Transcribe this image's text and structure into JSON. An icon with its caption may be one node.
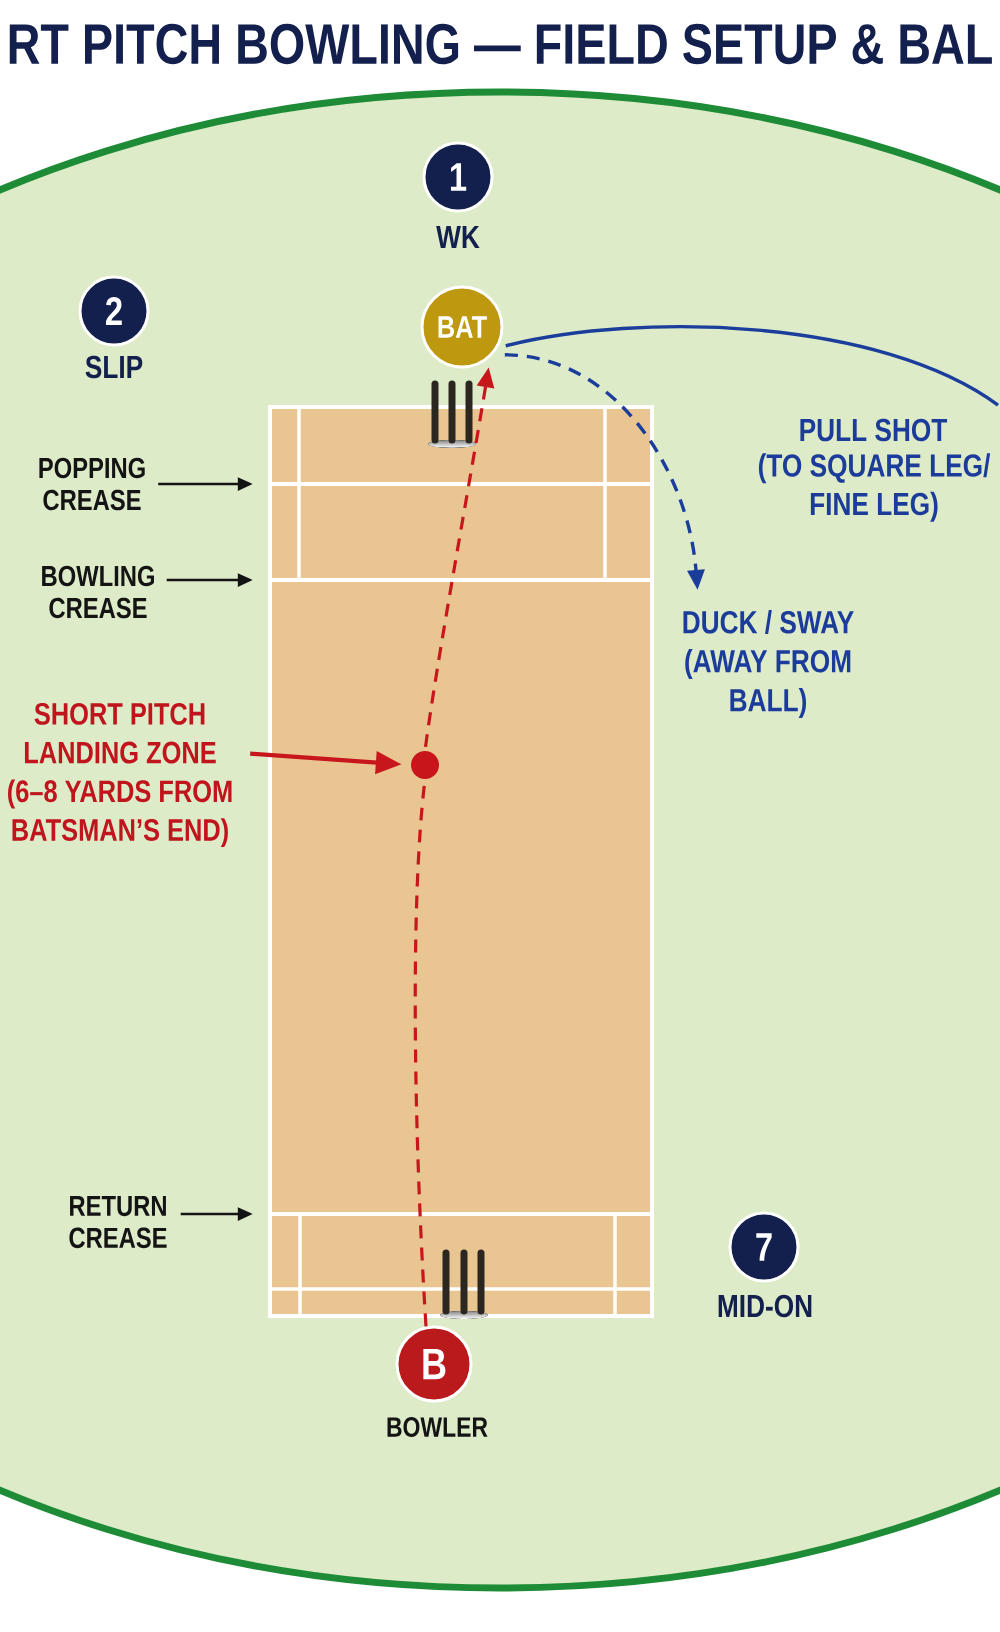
{
  "diagram": {
    "title": "RT PITCH BOWLING — FIELD SETUP & BAL",
    "nodes": [
      {
        "text": [
          "1"
        ],
        "beside": [
          "WK"
        ]
      },
      {
        "text": [
          "2"
        ],
        "beside": [
          "SLIP"
        ]
      },
      {
        "text": [
          "BAT"
        ]
      },
      {
        "text": [],
        "shape": "box"
      },
      {
        "text": [],
        "shape": "line",
        "in": 3
      },
      {
        "text": [],
        "shape": "line",
        "in": 3
      },
      {
        "text": [],
        "shape": "line",
        "in": 3
      },
      {
        "text": [],
        "shape": "circle",
        "in": 3
      },
      {
        "text": [
          "POPPING CREASE"
        ]
      },
      {
        "text": [
          "BOWLING CREASE"
        ]
      },
      {
        "text": [
          "DUCK / SWAY",
          "(AWAY FROM BALL)"
        ]
      },
      {
        "text": [
          "SHORT PITCH LANDING ZONE",
          "(6–8 YARDS FROM BATSMAN’S END)"
        ]
      },
      {
        "text": [
          "RETURN CREASE"
        ]
      },
      {
        "text": [
          "7"
        ],
        "beside": [
          "MID-ON"
        ]
      },
      {
        "text": [
          "B"
        ],
        "beside": [
          "BOWLER"
        ]
      }
    ],
    "edges": [
      {
        "from": 8,
        "to": 4,
        "arrow": "to"
      },
      {
        "from": 9,
        "to": 5,
        "arrow": "to"
      },
      {
        "from": 12,
        "to": 6,
        "arrow": "to"
      },
      {
        "from": 11,
        "to": 7,
        "arrow": "to",
        "color": "#c8161d"
      },
      {
        "from": 14,
        "to": 7,
        "arrow": "none",
        "style": "dashed",
        "color": "#c8161d"
      },
      {
        "from": 7,
        "to": 2,
        "arrow": "to",
        "style": "dashed",
        "color": "#c8161d"
      },
      {
        "from": 2,
        "to": null,
        "arrow": "none",
        "color": "#1b3d9b"
      },
      {
        "from": 2,
        "to": 10,
        "arrow": "to",
        "style": "dashed",
        "color": "#1b3d9b"
      }
    ],
    "labels": [
      "PULL SHOT",
      "(TO SQUARE LEG/ FINE LEG)"
    ]
  }
}
